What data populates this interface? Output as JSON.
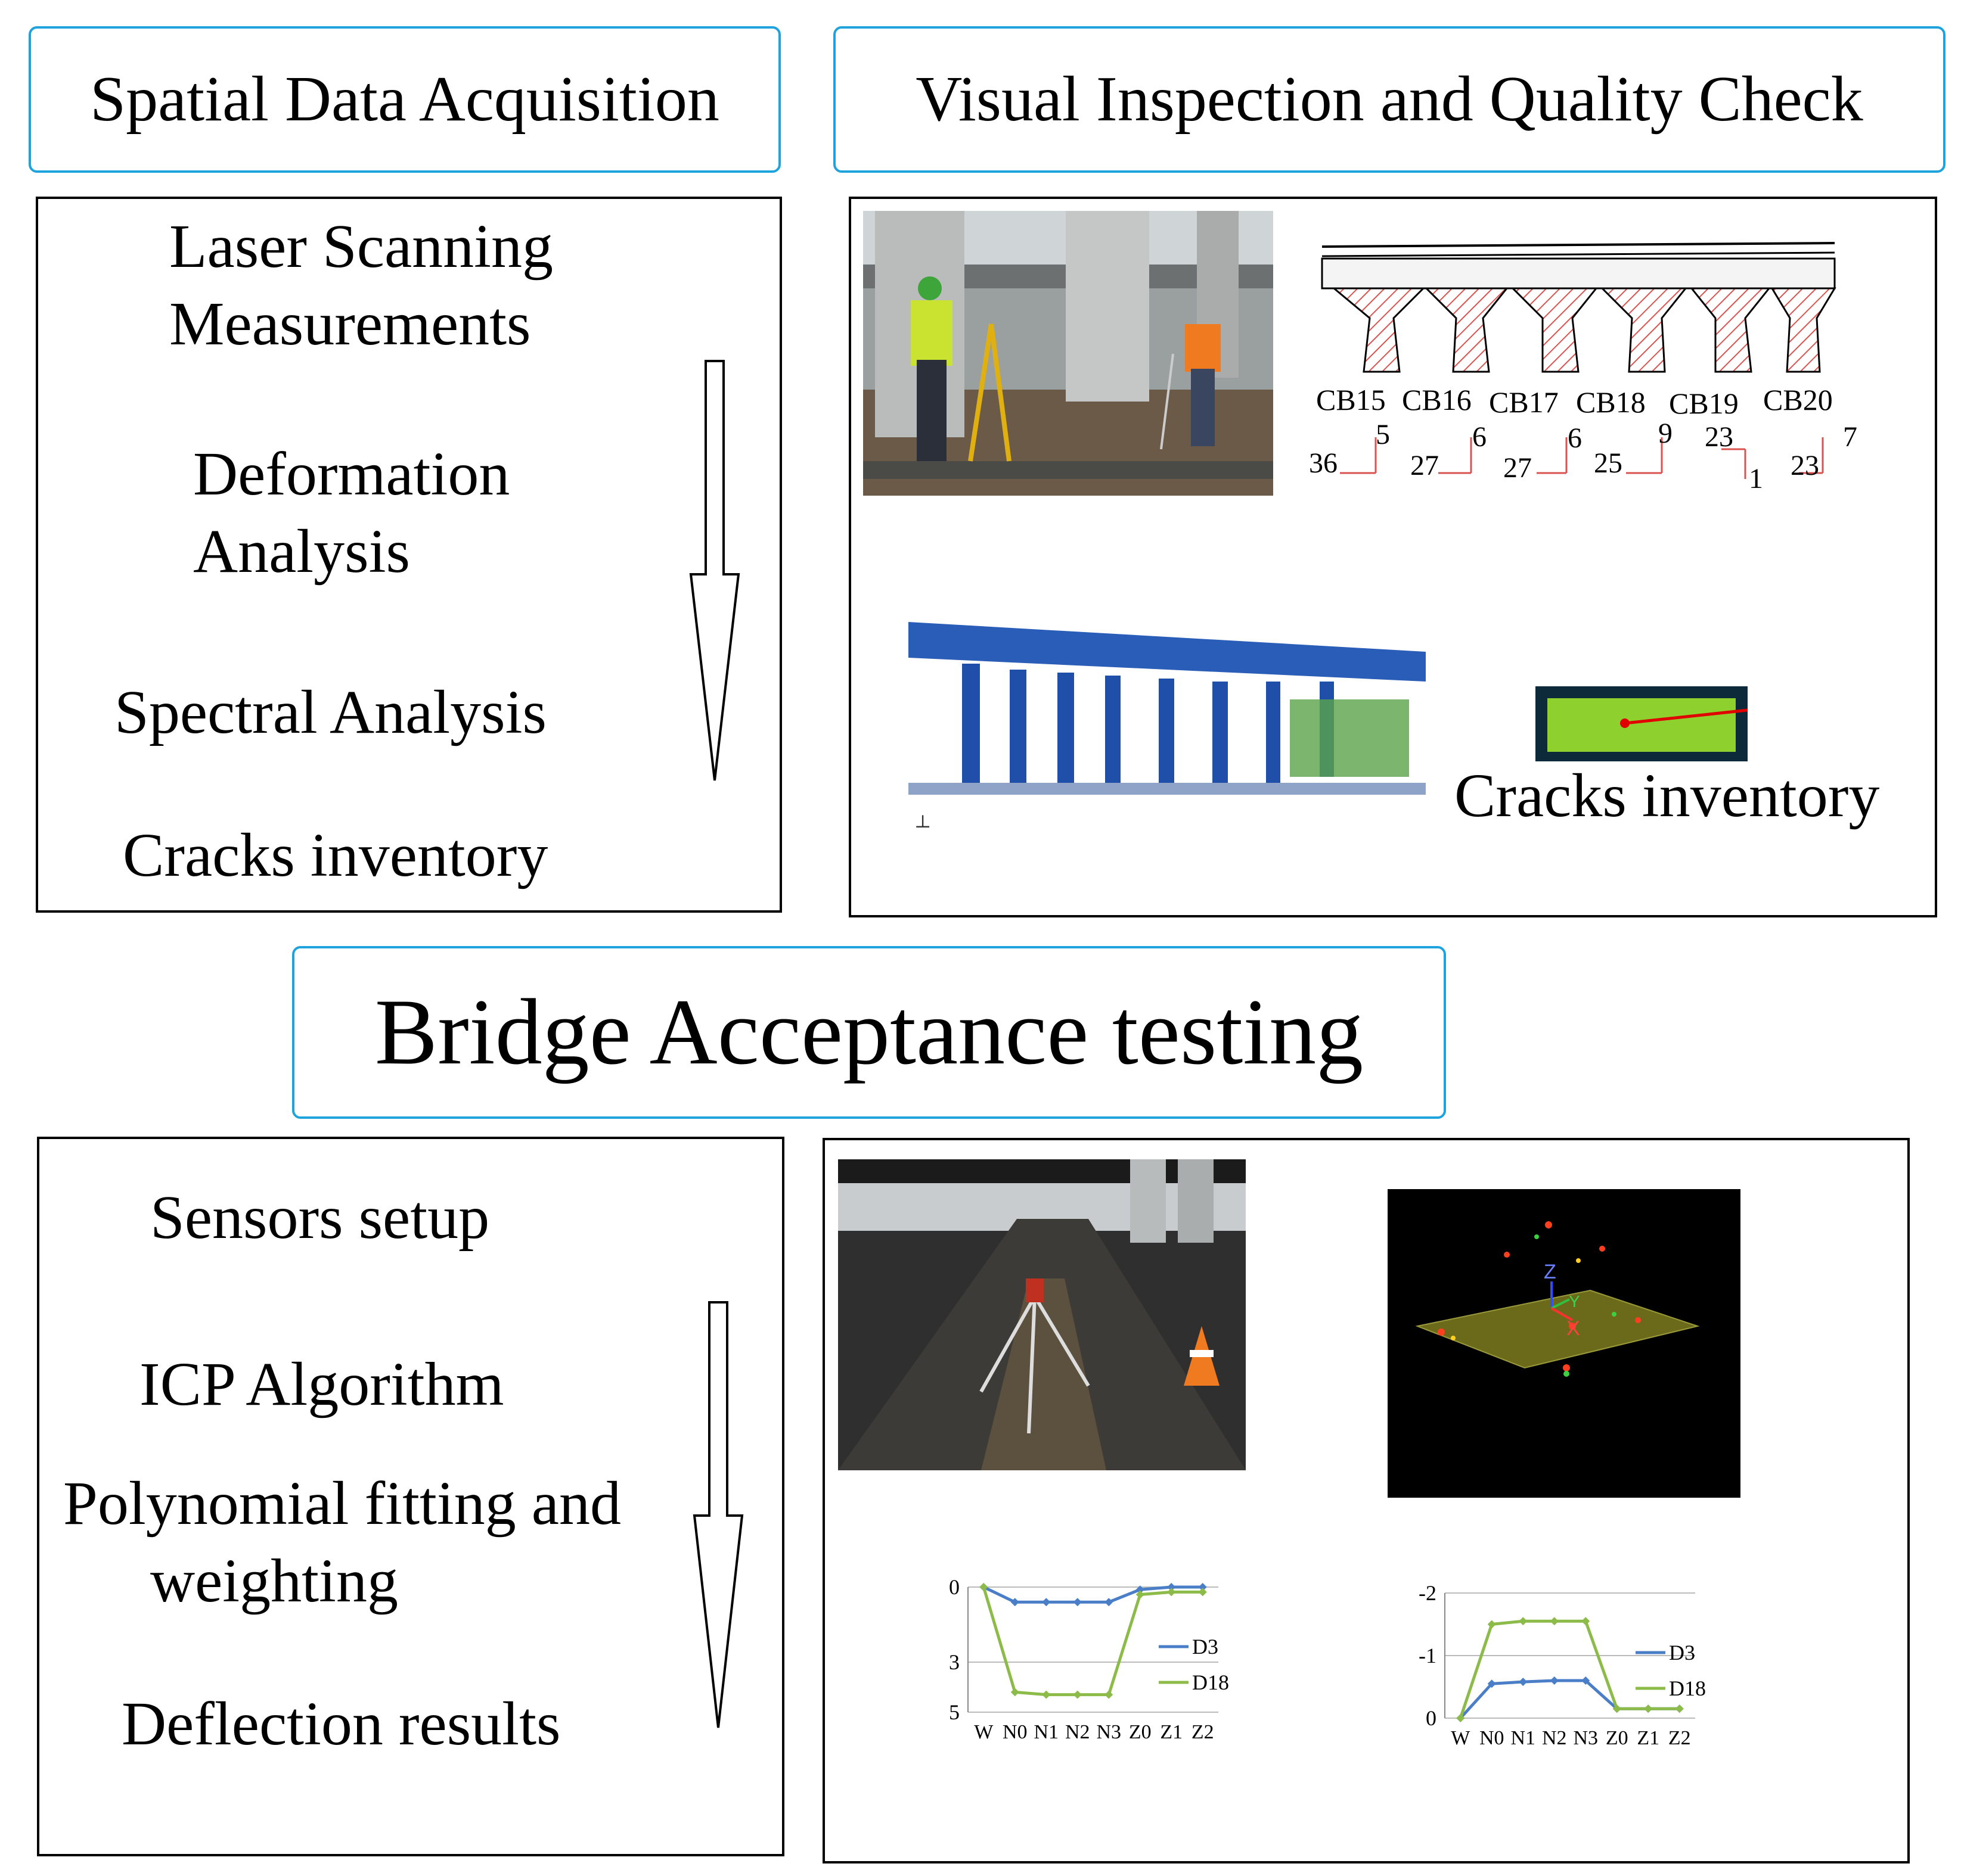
{
  "headers": {
    "spatial": "Spatial Data Acquisition",
    "visual": "Visual Inspection and Quality Check",
    "bridge": "Bridge Acceptance testing"
  },
  "top_steps": [
    "Laser Scanning",
    "Measurements",
    "Deformation",
    "Analysis",
    "Spectral Analysis",
    "Cracks inventory"
  ],
  "bottom_steps": [
    "Sensors setup",
    "ICP Algorithm",
    "Polynomial fitting and",
    "weighting",
    "Deflection results"
  ],
  "beam_labels": [
    "CB15",
    "CB16",
    "CB17",
    "CB18",
    "CB19",
    "CB20"
  ],
  "arrow_numbers": {
    "horizontal": [
      "36",
      "27",
      "27",
      "25",
      "23",
      "23"
    ],
    "vertical": [
      "5",
      "6",
      "6",
      "9",
      "1",
      "7"
    ]
  },
  "cracks_label": "Cracks inventory",
  "axis_glyphs": {
    "z": "Z",
    "y": "Y",
    "x": "X"
  },
  "colors": {
    "header_border": "#1fa3dc",
    "d3": "#4a7fc8",
    "d18": "#8dbb4a",
    "hatch": "#d9534f"
  },
  "chart_data": [
    {
      "type": "line",
      "categories": [
        "W",
        "N0",
        "N1",
        "N2",
        "N3",
        "Z0",
        "Z1",
        "Z2"
      ],
      "y_ticks": [
        "0",
        "3",
        "5"
      ],
      "ylim": [
        0,
        5
      ],
      "y_inverted": true,
      "legend_position": "right",
      "series": [
        {
          "name": "D3",
          "values": [
            0,
            0.6,
            0.6,
            0.6,
            0.6,
            0.1,
            0,
            0
          ]
        },
        {
          "name": "D18",
          "values": [
            0,
            4.2,
            4.3,
            4.3,
            4.3,
            0.3,
            0.2,
            0.2
          ]
        }
      ]
    },
    {
      "type": "line",
      "categories": [
        "W",
        "N0",
        "N1",
        "N2",
        "N3",
        "Z0",
        "Z1",
        "Z2"
      ],
      "y_ticks": [
        "-2",
        "-1",
        "0"
      ],
      "ylim": [
        -2,
        0
      ],
      "y_inverted": true,
      "legend_position": "right",
      "series": [
        {
          "name": "D3",
          "values": [
            0,
            -0.55,
            -0.58,
            -0.6,
            -0.6,
            -0.15,
            -0.15,
            -0.15
          ]
        },
        {
          "name": "D18",
          "values": [
            0,
            -1.5,
            -1.55,
            -1.55,
            -1.55,
            -0.15,
            -0.15,
            -0.15
          ]
        }
      ]
    }
  ]
}
